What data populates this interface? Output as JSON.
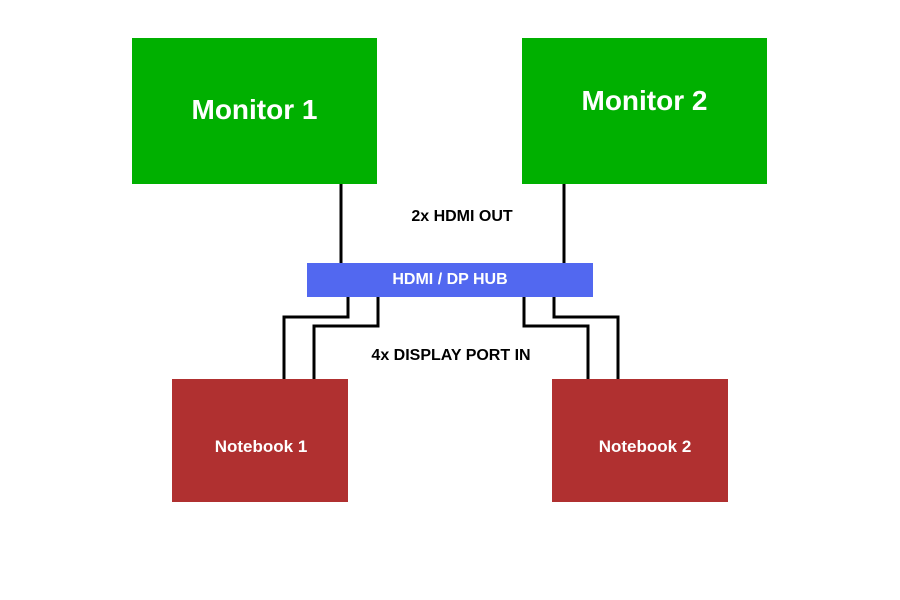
{
  "colors": {
    "monitor": "#00b000",
    "hub": "#5268f0",
    "notebook": "#b03030",
    "cable": "#000000",
    "background": "#ffffff"
  },
  "monitors": [
    {
      "label": "Monitor 1"
    },
    {
      "label": "Monitor 2"
    }
  ],
  "hub": {
    "label": "HDMI / DP HUB"
  },
  "notebooks": [
    {
      "label": "Notebook 1"
    },
    {
      "label": "Notebook 2"
    }
  ],
  "labels": {
    "outputs": "2x HDMI OUT",
    "inputs": "4x DISPLAY PORT IN"
  }
}
